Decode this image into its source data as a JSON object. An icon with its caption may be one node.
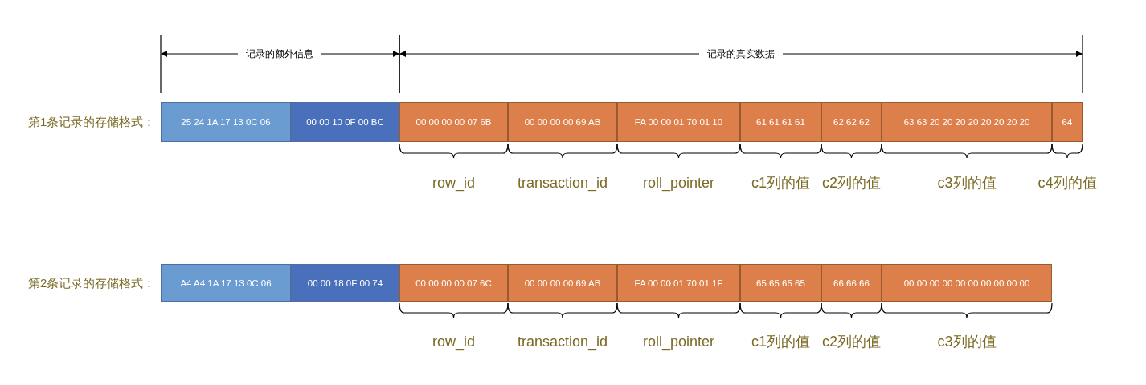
{
  "diagram": {
    "nodes": [
      {
        "text": [
          "25 24 1A 17 13 0C 06"
        ]
      },
      {
        "text": [
          "00 00 10 0F 00 BC"
        ]
      },
      {
        "text": [
          "00 00 00 00 07 6B"
        ]
      },
      {
        "text": [
          "00 00 00 00 69 AB"
        ]
      },
      {
        "text": [
          "FA 00 00 01 70 01 10"
        ]
      },
      {
        "text": [
          "61 61 61 61"
        ]
      },
      {
        "text": [
          "62 62 62"
        ]
      },
      {
        "text": [
          "63 63 20 20 20 20 20 20 20 20"
        ]
      },
      {
        "text": [
          "64"
        ]
      },
      {
        "text": [
          "A4 A4 1A 17 13 0C 06"
        ]
      },
      {
        "text": [
          "00 00 18 0F 00 74"
        ]
      },
      {
        "text": [
          "00 00 00 00 07 6C"
        ]
      },
      {
        "text": [
          "00 00 00 00 69 AB"
        ]
      },
      {
        "text": [
          "FA 00 00 01 70 01 1F"
        ]
      },
      {
        "text": [
          "65 65 65 65"
        ]
      },
      {
        "text": [
          "66 66 66"
        ]
      },
      {
        "text": [
          "00 00 00 00 00 00 00 00 00 00"
        ]
      }
    ],
    "labels": [
      "记录的额外信息",
      "记录的真实数据",
      "第1条记录的存储格式：",
      "row_id",
      "transaction_id",
      "roll_pointer",
      "c1列的值",
      "c2列的值",
      "c3列的值",
      "c4列的值",
      "第2条记录的存储格式：",
      "row_id",
      "transaction_id",
      "roll_pointer",
      "c1列的值",
      "c2列的值",
      "c3列的值"
    ]
  }
}
